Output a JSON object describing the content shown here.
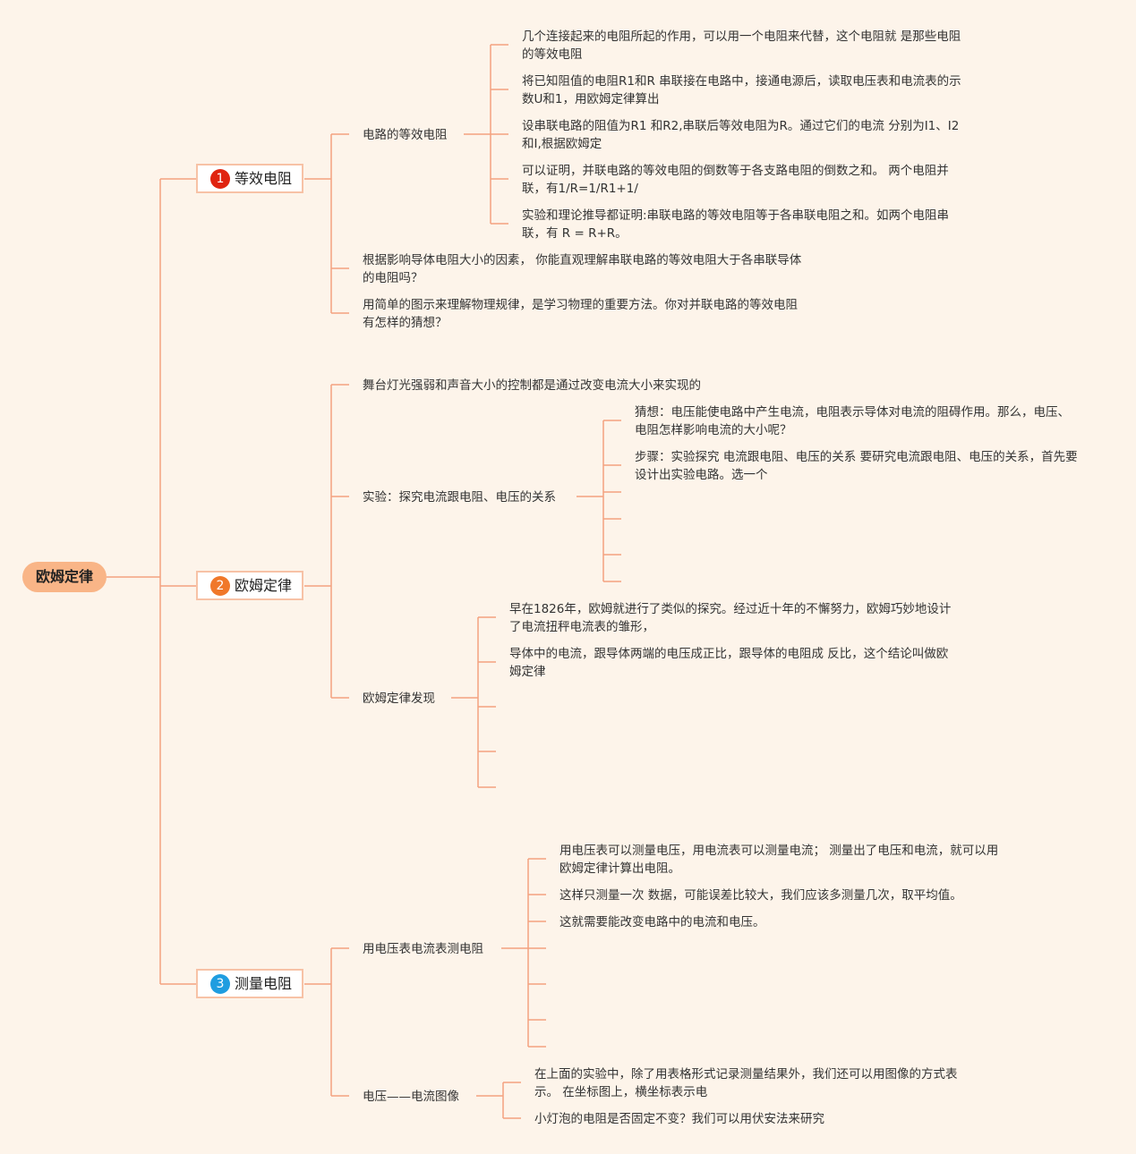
{
  "root": "欧姆定律",
  "topics": [
    {
      "num": "1",
      "badge_color": "#e02410",
      "label": "等效电阻",
      "children": [
        {
          "label": "电路的等效电阻",
          "items": [
            "几个连接起来的电阻所起的作用，可以用一个电阻来代替，这个电阻就 是那些电阻的等效电阻",
            "将已知阻值的电阻R1和R 串联接在电路中，接通电源后，读取电压表和电流表的示数U和1，用欧姆定律算出",
            "设串联电路的阻值为R1 和R2,串联后等效电阻为R。通过它们的电流 分别为I1、I2和I,根据欧姆定",
            "可以证明，并联电路的等效电阻的倒数等于各支路电阻的倒数之和。 两个电阻并联，有1/R=1/R1+1/",
            "实验和理论推导都证明:串联电路的等效电阻等于各串联电阻之和。如两个电阻串联，有 R = R+R。"
          ]
        },
        {
          "label": "根据影响导体电阻大小的因素， 你能直观理解串联电路的等效电阻大于各串联导体的电阻吗？"
        },
        {
          "label": "用简单的图示来理解物理规律，是学习物理的重要方法。你对并联电路的等效电阻有怎样的猜想？"
        }
      ]
    },
    {
      "num": "2",
      "badge_color": "#f0782a",
      "label": "欧姆定律",
      "children": [
        {
          "label": "舞台灯光强弱和声音大小的控制都是通过改变电流大小来实现的"
        },
        {
          "label": "实验：探究电流跟电阻、电压的关系",
          "items": [
            "猜想：电压能使电路中产生电流，电阻表示导体对电流的阻碍作用。那么，电压、 电阻怎样影响电流的大小呢？",
            "步骤：实验探究 电流跟电阻、电压的关系 要研究电流跟电阻、电压的关系，首先要设计出实验电路。选一个"
          ]
        },
        {
          "label": "欧姆定律发现",
          "items": [
            "早在1826年，欧姆就进行了类似的探究。经过近十年的不懈努力，欧姆巧妙地设计了电流扭秤电流表的雏形，",
            "导体中的电流，跟导体两端的电压成正比，跟导体的电阻成 反比，这个结论叫做欧姆定律"
          ]
        }
      ]
    },
    {
      "num": "3",
      "badge_color": "#1f9de0",
      "label": "测量电阻",
      "children": [
        {
          "label": "用电压表电流表测电阻",
          "items": [
            "用电压表可以测量电压，用电流表可以测量电流； 测量出了电压和电流，就可以用欧姆定律计算出电阻。",
            "这样只测量一次 数据，可能误差比较大，我们应该多测量几次，取平均值。",
            "这就需要能改变电路中的电流和电压。"
          ]
        },
        {
          "label": "电压——电流图像",
          "items": [
            "在上面的实验中，除了用表格形式记录测量结果外，我们还可以用图像的方式表示。 在坐标图上，横坐标表示电",
            "小灯泡的电阻是否固定不变？我们可以用伏安法来研究"
          ]
        }
      ]
    }
  ]
}
